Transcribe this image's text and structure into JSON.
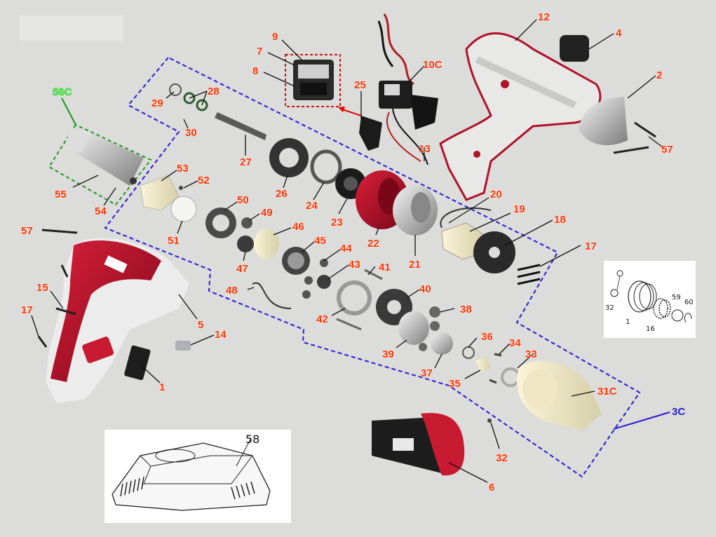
{
  "colors": {
    "background": "#dcdcda",
    "label": "#ff3300",
    "label_outline": "#ffffff",
    "leader": "#111111",
    "assembly_3c": "#2a1ad6",
    "assembly_56c": "#1a9a1a",
    "assembly_56c_label": "#44ff44",
    "switch_box": "#d01010",
    "body_red": "#b8102a",
    "body_white": "#ececec"
  },
  "callouts": [
    {
      "id": "9",
      "text": "9"
    },
    {
      "id": "7",
      "text": "7"
    },
    {
      "id": "8",
      "text": "8"
    },
    {
      "id": "10C",
      "text": "10C"
    },
    {
      "id": "12",
      "text": "12"
    },
    {
      "id": "4",
      "text": "4"
    },
    {
      "id": "2",
      "text": "2"
    },
    {
      "id": "57a",
      "text": "57"
    },
    {
      "id": "29",
      "text": "29"
    },
    {
      "id": "28",
      "text": "28"
    },
    {
      "id": "30",
      "text": "30"
    },
    {
      "id": "27",
      "text": "27"
    },
    {
      "id": "25",
      "text": "25"
    },
    {
      "id": "13",
      "text": "13"
    },
    {
      "id": "26",
      "text": "26"
    },
    {
      "id": "24",
      "text": "24"
    },
    {
      "id": "23",
      "text": "23"
    },
    {
      "id": "22",
      "text": "22"
    },
    {
      "id": "21",
      "text": "21"
    },
    {
      "id": "20",
      "text": "20"
    },
    {
      "id": "19",
      "text": "19"
    },
    {
      "id": "18",
      "text": "18"
    },
    {
      "id": "17a",
      "text": "17"
    },
    {
      "id": "53",
      "text": "53"
    },
    {
      "id": "52",
      "text": "52"
    },
    {
      "id": "55",
      "text": "55"
    },
    {
      "id": "54",
      "text": "54"
    },
    {
      "id": "50",
      "text": "50"
    },
    {
      "id": "49",
      "text": "49"
    },
    {
      "id": "51",
      "text": "51"
    },
    {
      "id": "46",
      "text": "46"
    },
    {
      "id": "45",
      "text": "45"
    },
    {
      "id": "44",
      "text": "44"
    },
    {
      "id": "47",
      "text": "47"
    },
    {
      "id": "43",
      "text": "43"
    },
    {
      "id": "41",
      "text": "41"
    },
    {
      "id": "48",
      "text": "48"
    },
    {
      "id": "42",
      "text": "42"
    },
    {
      "id": "40",
      "text": "40"
    },
    {
      "id": "38",
      "text": "38"
    },
    {
      "id": "39",
      "text": "39"
    },
    {
      "id": "36",
      "text": "36"
    },
    {
      "id": "34",
      "text": "34"
    },
    {
      "id": "33",
      "text": "33"
    },
    {
      "id": "37",
      "text": "37"
    },
    {
      "id": "35",
      "text": "35"
    },
    {
      "id": "31C",
      "text": "31C"
    },
    {
      "id": "32",
      "text": "32"
    },
    {
      "id": "6",
      "text": "6"
    },
    {
      "id": "57b",
      "text": "57"
    },
    {
      "id": "15",
      "text": "15"
    },
    {
      "id": "17b",
      "text": "17"
    },
    {
      "id": "5",
      "text": "5"
    },
    {
      "id": "14",
      "text": "14"
    },
    {
      "id": "1",
      "text": "1"
    }
  ],
  "assemblies": {
    "c56": "56C",
    "c3": "3C"
  },
  "charger_inset": {
    "label": "58"
  },
  "chuck_inset": {
    "labels": {
      "l32": "32",
      "l1": "1",
      "l16": "16",
      "l59": "59",
      "l60": "60"
    }
  }
}
